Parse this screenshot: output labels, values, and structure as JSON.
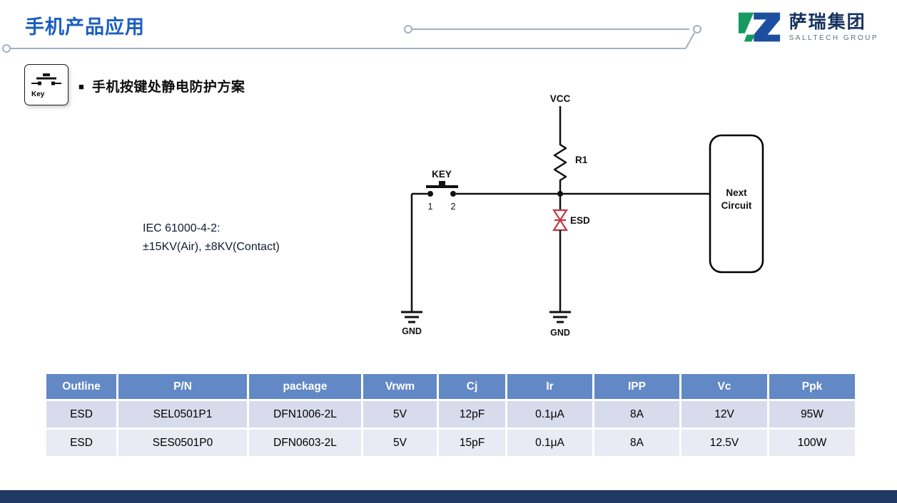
{
  "header": {
    "title": "手机产品应用",
    "logo_cn": "萨瑞集团",
    "logo_en": "SALLTECH GROUP"
  },
  "key_box": {
    "label": "Key"
  },
  "section": {
    "bullet": "■",
    "heading": "手机按键处静电防护方案"
  },
  "circuit": {
    "vcc": "VCC",
    "r1": "R1",
    "key": "KEY",
    "pin1": "1",
    "pin2": "2",
    "esd": "ESD",
    "gnd_left": "GND",
    "gnd_right": "GND",
    "next_line1": "Next",
    "next_line2": "Circuit",
    "iec_line1": "IEC 61000-4-2:",
    "iec_line2": "±15KV(Air), ±8KV(Contact)"
  },
  "table": {
    "headers": [
      "Outline",
      "P/N",
      "package",
      "Vrwm",
      "Cj",
      "Ir",
      "IPP",
      "Vc",
      "Ppk"
    ],
    "rows": [
      [
        "ESD",
        "SEL0501P1",
        "DFN1006-2L",
        "5V",
        "12pF",
        "0.1μA",
        "8A",
        "12V",
        "95W"
      ],
      [
        "ESD",
        "SES0501P0",
        "DFN0603-2L",
        "5V",
        "15pF",
        "0.1μA",
        "8A",
        "12.5V",
        "100W"
      ]
    ]
  },
  "colors": {
    "title_blue": "#1b5ec0",
    "table_header_bg": "#6289c5",
    "table_row1_bg": "#d8dbec",
    "table_row2_bg": "#e8eaf4",
    "esd_red": "#c23648",
    "footer_navy": "#1f3864",
    "logo_green": "#169a5f",
    "logo_blue": "#1c4fa0",
    "deco_line": "#a3b0c0"
  }
}
